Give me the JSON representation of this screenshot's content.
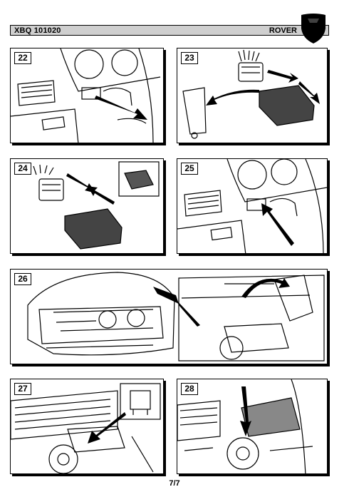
{
  "header": {
    "code": "XBQ 101020",
    "brand": "ROVER",
    "logo_icon": "rover-viking-logo-icon"
  },
  "steps": [
    {
      "number": "22",
      "illustration": "dashboard-switch-removal"
    },
    {
      "number": "23",
      "illustration": "connector-disconnect-and-dispose"
    },
    {
      "number": "24",
      "illustration": "connector-reconnect-module"
    },
    {
      "number": "25",
      "illustration": "dashboard-switch-refit"
    },
    {
      "number": "26",
      "illustration": "engine-bay-fusebox-cover"
    },
    {
      "number": "27",
      "illustration": "fusebox-relay-location"
    },
    {
      "number": "28",
      "illustration": "fusebox-cover-refit"
    }
  ],
  "footer": {
    "page": "7/7"
  },
  "colors": {
    "header_bg": "#cfcfcf",
    "line": "#000000",
    "paper": "#ffffff"
  }
}
